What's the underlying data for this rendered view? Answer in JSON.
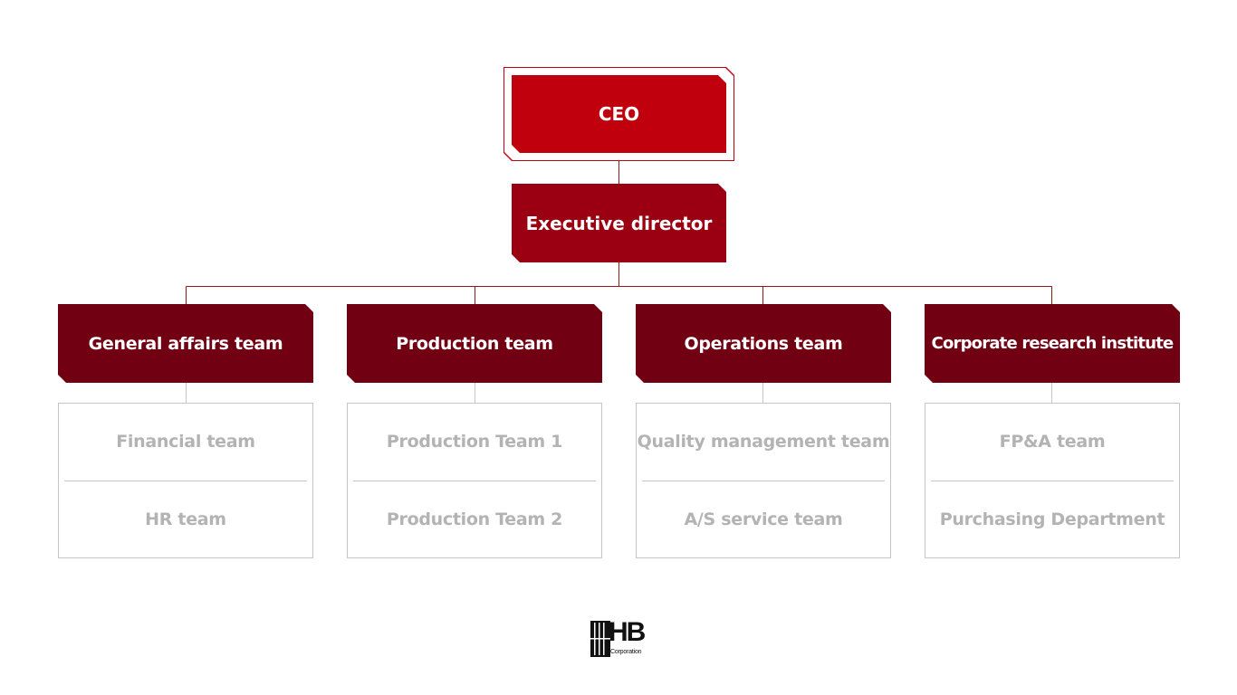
{
  "chart": {
    "ceo": "CEO",
    "executive": "Executive director",
    "teams": [
      {
        "label": "General affairs team",
        "subteams": [
          "Financial team",
          "HR team"
        ]
      },
      {
        "label": "Production team",
        "subteams": [
          "Production Team 1",
          "Production Team 2"
        ]
      },
      {
        "label": "Operations team",
        "subteams": [
          "Quality management team",
          "A/S service team"
        ]
      },
      {
        "label": "Corporate research institute",
        "subteams": [
          "FP&A team",
          "Purchasing Department"
        ]
      }
    ]
  },
  "logo": {
    "name": "HB",
    "subtitle": "Corporation"
  },
  "colors": {
    "ceo": "#c0000d",
    "executive": "#9a0012",
    "team": "#720013",
    "subteam_text": "#b3b3b3",
    "connector": "#8b1a1a",
    "subteam_border": "#c6c6c6"
  }
}
